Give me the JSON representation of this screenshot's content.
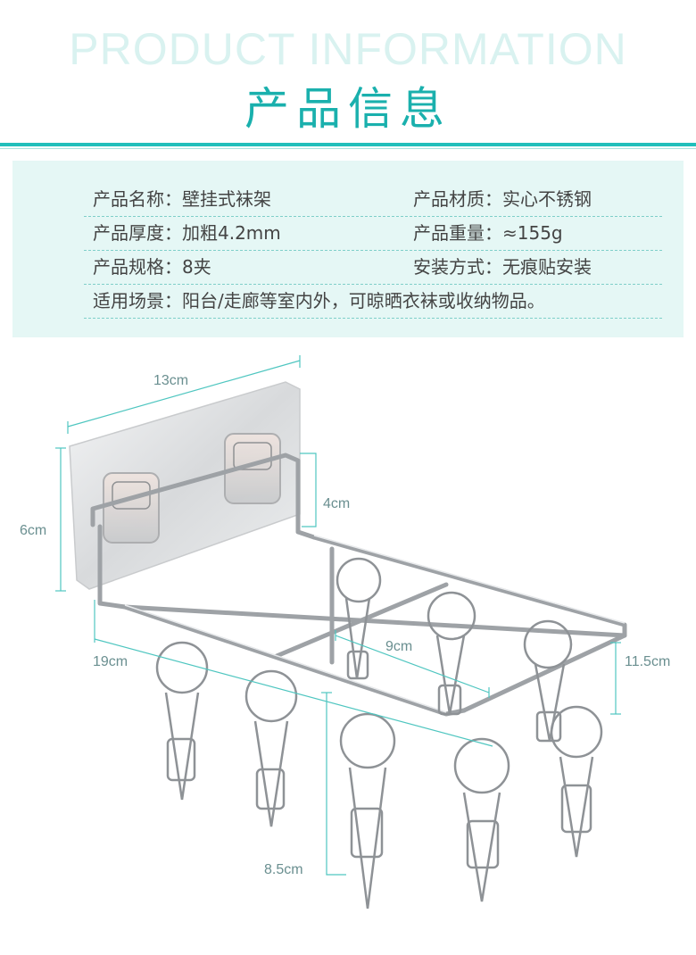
{
  "header": {
    "title_en": "PRODUCT INFORMATION",
    "title_cn": "产品信息"
  },
  "info": {
    "rows": [
      {
        "left": "产品名称：壁挂式袜架",
        "right": "产品材质：实心不锈钢"
      },
      {
        "left": "产品厚度：加粗4.2mm",
        "right": "产品重量：≈155g"
      },
      {
        "left": "产品规格：8夹",
        "right": "安装方式：无痕贴安装"
      },
      {
        "full": "适用场景：阳台/走廊等室内外，可晾晒衣袜或收纳物品。"
      }
    ]
  },
  "dimensions": {
    "width_plate": "13cm",
    "height_plate": "6cm",
    "hook_height": "4cm",
    "depth": "19cm",
    "inner_depth": "9cm",
    "width_rack": "11.5cm",
    "clip_height": "8.5cm"
  },
  "colors": {
    "accent": "#1ab0ad",
    "accent_light": "#d9f2f0",
    "box_bg": "#e5f7f5",
    "dim_line": "#4fc6c0"
  }
}
